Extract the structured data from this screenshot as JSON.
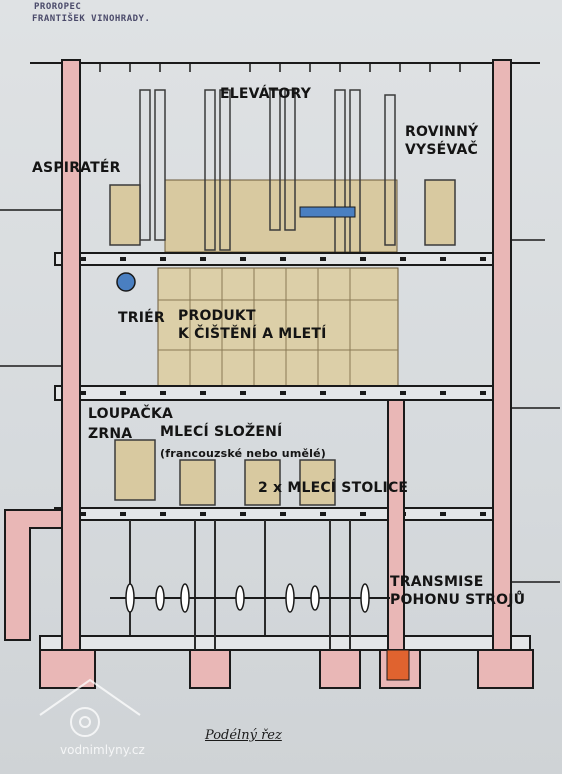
{
  "stamp": {
    "line1": "PROROPEC",
    "line2": "FRANTIŠEK VINOHRADY."
  },
  "labels": {
    "elevatory": "ELEVÁTORY",
    "aspirater": "ASPIRATÉR",
    "rovinny": "ROVINNÝ",
    "vysevac": "VYSÉVAČ",
    "trier": "TRIÉR",
    "produkt1": "PRODUKT",
    "produkt2": "K ČIŠTĚNÍ A MLETÍ",
    "loupacka1": "LOUPAČKA",
    "loupacka2": "ZRNA",
    "mleci1": "MLECÍ SLOŽENÍ",
    "mleci2": "(francouzské nebo umělé)",
    "stolice": "2 x MLECÍ STOLICE",
    "transmise1": "TRANSMISE",
    "transmise2": "POHONU STROJŮ"
  },
  "caption": "Podélný řez",
  "watermark": "vodnimlyny.cz",
  "colors": {
    "column": "#e9b7b6",
    "wood": "#d8c9a0",
    "floor": "#dfe2e4",
    "ink": "#1a1a1a",
    "accent_blue": "#4a7fc1"
  }
}
